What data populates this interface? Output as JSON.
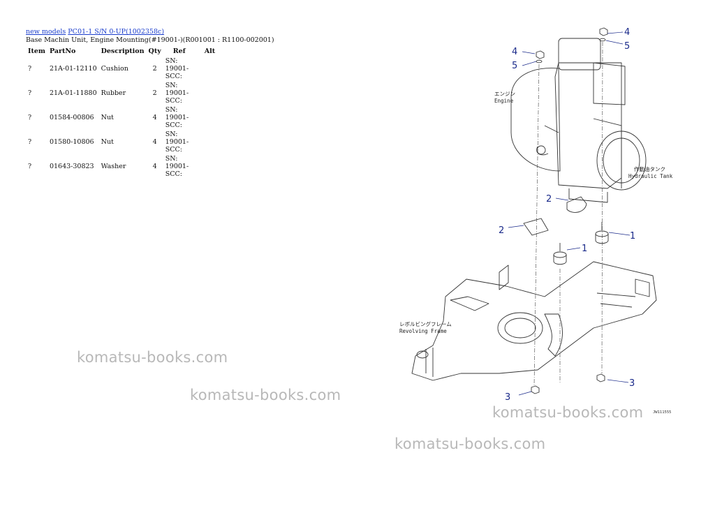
{
  "breadcrumb": {
    "link1": "new models",
    "link2": "PC01-1 S/N 0-UP(1002358c)"
  },
  "subtitle": "Base Machin Unit, Engine Mounting(#19001-)(R001001 : R1100-002001)",
  "table": {
    "headers": [
      "Item",
      "PartNo",
      "Description",
      "Qty",
      "Ref",
      "Alt"
    ],
    "rows": [
      {
        "item": "?",
        "part_no": "21A-01-12110",
        "description": "Cushion",
        "qty": "2",
        "ref": "SN: 19001-SCC:",
        "alt": ""
      },
      {
        "item": "?",
        "part_no": "21A-01-11880",
        "description": "Rubber",
        "qty": "2",
        "ref": "SN: 19001-SCC:",
        "alt": ""
      },
      {
        "item": "?",
        "part_no": "01584-00806",
        "description": "Nut",
        "qty": "4",
        "ref": "SN: 19001-SCC:",
        "alt": ""
      },
      {
        "item": "?",
        "part_no": "01580-10806",
        "description": "Nut",
        "qty": "4",
        "ref": "SN: 19001-SCC:",
        "alt": ""
      },
      {
        "item": "?",
        "part_no": "01643-30823",
        "description": "Washer",
        "qty": "4",
        "ref": "SN: 19001-SCC:",
        "alt": ""
      }
    ]
  },
  "watermark": "komatsu-books.com",
  "diagram": {
    "engine_jp": "エンジン",
    "engine_en": "Engine",
    "tank_jp": "作動油タンク",
    "tank_en": "Hydraulic Tank",
    "frame_jp": "レボルビングフレーム",
    "frame_en": "Revolving Frame",
    "code": "JW111555",
    "callouts": [
      "1",
      "1",
      "2",
      "2",
      "3",
      "3",
      "4",
      "4",
      "5",
      "5"
    ]
  }
}
